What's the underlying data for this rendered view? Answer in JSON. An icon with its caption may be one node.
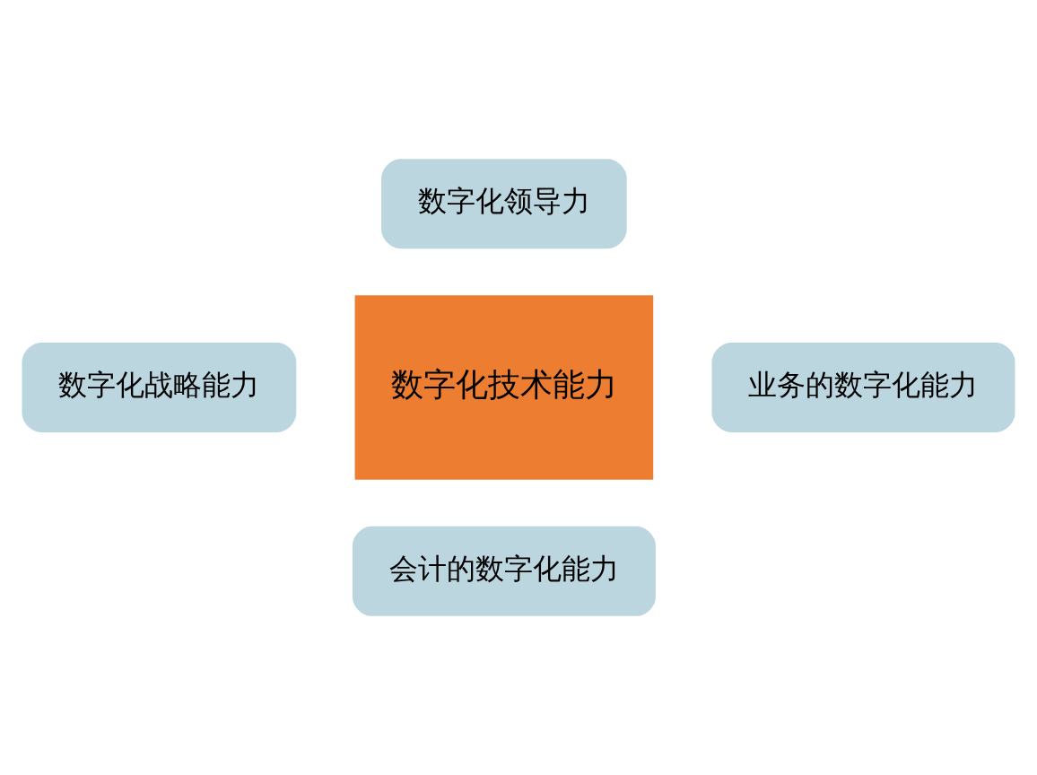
{
  "diagram": {
    "nodes": [
      {
        "text": [
          "数字化领导力"
        ]
      },
      {
        "text": [
          "数字化战略能力"
        ]
      },
      {
        "text": [
          "数字化技术能力"
        ]
      },
      {
        "text": [
          "业务的数字化能力"
        ]
      },
      {
        "text": [
          "会计的数字化能力"
        ]
      }
    ],
    "edges": []
  }
}
